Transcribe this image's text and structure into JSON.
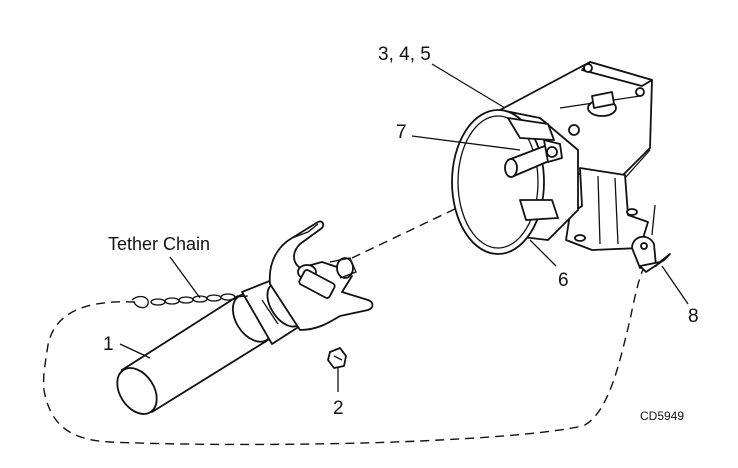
{
  "labels": {
    "tether_chain": "Tether Chain",
    "part_1": "1",
    "part_2": "2",
    "parts_3_4_5": "3, 4, 5",
    "part_6": "6",
    "part_7": "7",
    "part_8": "8",
    "figure_code": "CD5949"
  }
}
